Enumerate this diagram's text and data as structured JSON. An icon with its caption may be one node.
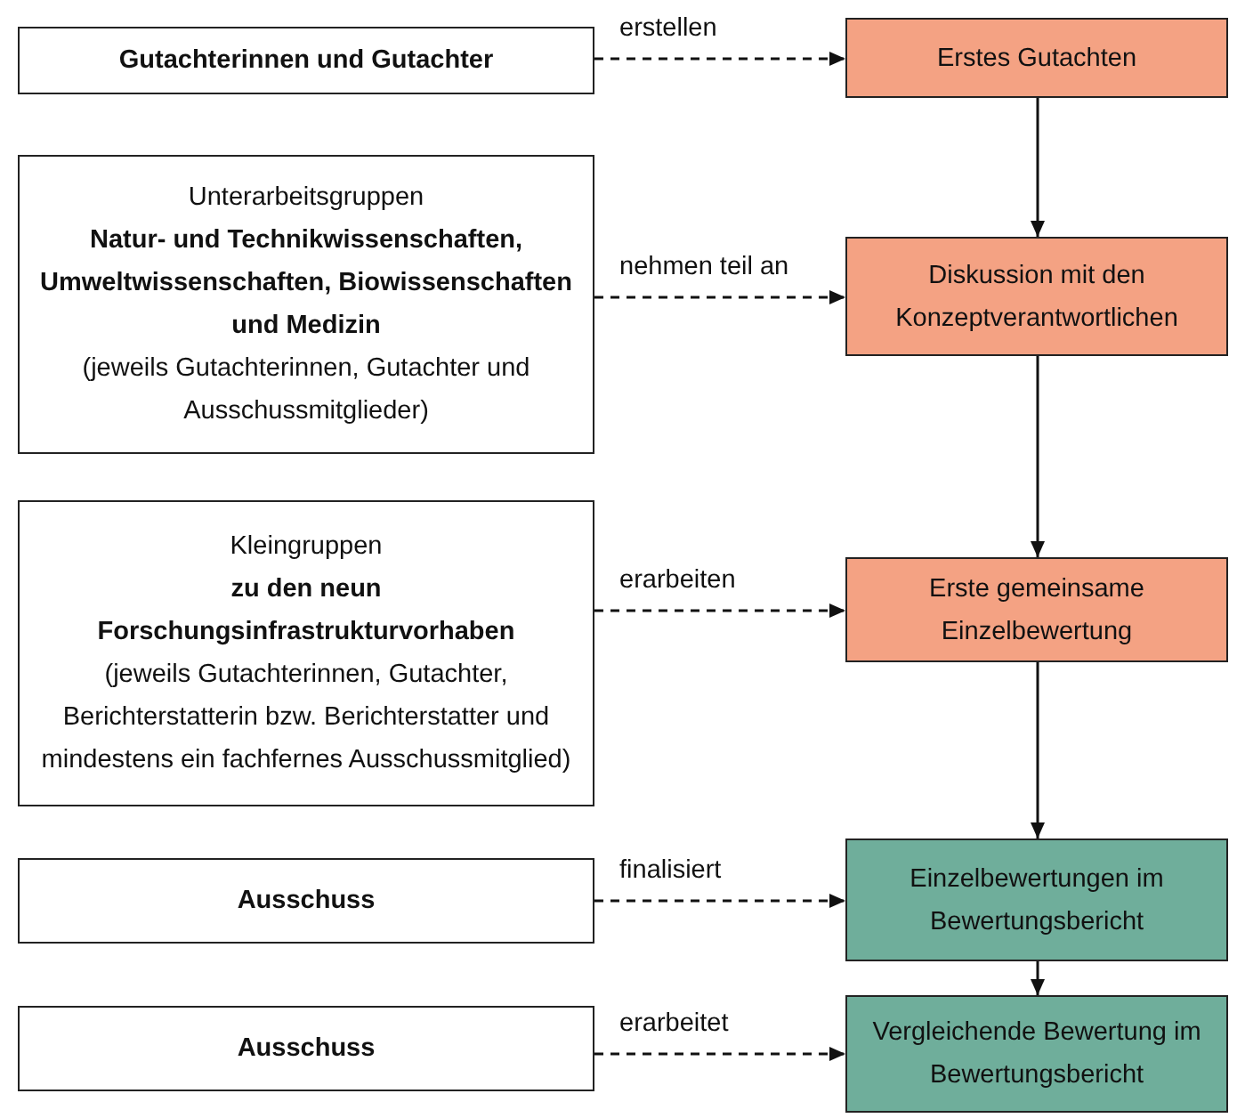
{
  "diagram": {
    "nodes": [
      {
        "text": [
          "Gutachterinnen und Gutachter"
        ]
      },
      {
        "text": [
          "Erstes Gutachten"
        ]
      },
      {
        "text": [
          "Unterarbeitsgruppen",
          "Natur- und Technikwissenschaften, Umweltwissenschaften, Biowissenschaften und Medizin",
          "(jeweils Gutachterinnen, Gutachter und Ausschussmitglieder)"
        ]
      },
      {
        "text": [
          "Diskussion mit den Konzeptverantwortlichen"
        ]
      },
      {
        "text": [
          "Kleingruppen",
          "zu den neun Forschungsinfrastrukturvorhaben",
          "(jeweils Gutachterinnen, Gutachter, Berichterstatterin bzw. Berichterstatter und mindestens ein fachfernes Ausschussmitglied)"
        ]
      },
      {
        "text": [
          "Erste gemeinsame Einzelbewertung"
        ]
      },
      {
        "text": [
          "Ausschuss"
        ]
      },
      {
        "text": [
          "Einzelbewertungen im Bewertungsbericht"
        ]
      },
      {
        "text": [
          "Ausschuss"
        ]
      },
      {
        "text": [
          "Vergleichende Bewertung im Bewertungsbericht"
        ]
      }
    ],
    "edges": [
      {
        "from": 0,
        "to": 1,
        "arrow": "to",
        "label": "erstellen",
        "style": "dashed"
      },
      {
        "from": 2,
        "to": 3,
        "arrow": "to",
        "label": "nehmen teil an",
        "style": "dashed"
      },
      {
        "from": 4,
        "to": 5,
        "arrow": "to",
        "label": "erarbeiten",
        "style": "dashed"
      },
      {
        "from": 6,
        "to": 7,
        "arrow": "to",
        "label": "finalisiert",
        "style": "dashed"
      },
      {
        "from": 8,
        "to": 9,
        "arrow": "to",
        "label": "erarbeitet",
        "style": "dashed"
      },
      {
        "from": 1,
        "to": 3,
        "arrow": "to"
      },
      {
        "from": 3,
        "to": 5,
        "arrow": "to"
      },
      {
        "from": 5,
        "to": 7,
        "arrow": "to"
      },
      {
        "from": 7,
        "to": 9,
        "arrow": "to"
      }
    ]
  }
}
